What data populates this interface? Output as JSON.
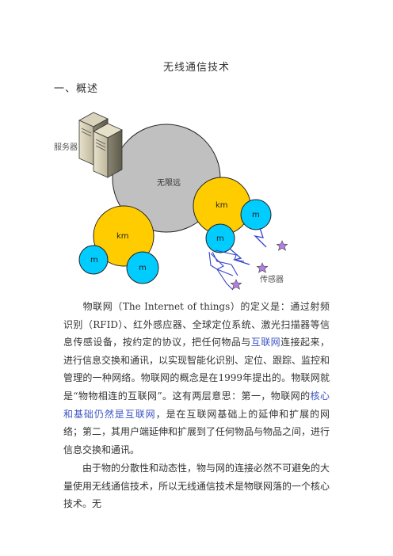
{
  "document": {
    "title": "无线通信技术",
    "section_heading": "一、概述"
  },
  "diagram": {
    "server_label": "服务器",
    "cloud_label": "无限远",
    "node_km_1": "km",
    "node_km_2": "km",
    "node_m_1": "m",
    "node_m_2": "m",
    "node_m_3": "m",
    "node_m_4": "m",
    "sensor_label": "传感器",
    "colors": {
      "cloud": "#c0c0c0",
      "km_node": "#ffcc00",
      "m_node": "#00ccff",
      "sensor": "#b07fe0",
      "lightning": "#3344cc"
    }
  },
  "paragraph1": {
    "part1": "物联网（The Internet of things）的定义是：通过射频识别（RFID）、红外感应器、全球定位系统、激光扫描器等信息传感设备，按约定的协议，把任何物品与",
    "link1": "互联网",
    "part2": "连接起来，进行信息交换和通讯，以实现智能化识别、定位、跟踪、监控和管理的一种网络。物联网的概念是在1999年提出的。物联网就是“物物相连的互联网”。这有两层意思：第一，物联网的",
    "link2": "核心和基础仍然是互联网",
    "part3": "，是在互联网基础上的延伸和扩展的网络；第二，其用户端延伸和扩展到了任何物品与物品之间，进行信息交换和通讯。"
  },
  "paragraph2": {
    "text": "由于物的分散性和动态性，物与网的连接必然不可避免的大量使用无线通信技术，所以无线通信技术是物联网落的一个核心技术。无"
  }
}
